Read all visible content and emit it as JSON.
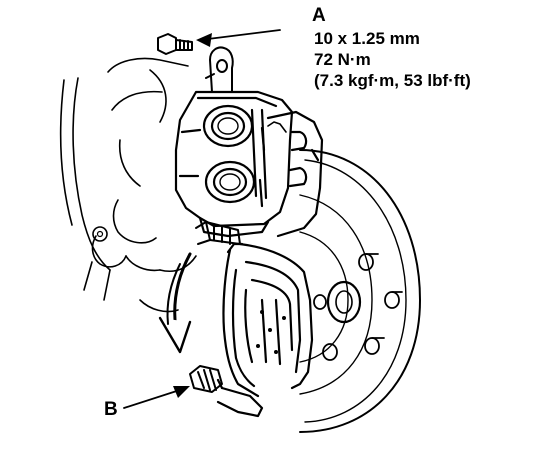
{
  "callouts": {
    "a": {
      "letter": "A",
      "size": "10 x 1.25 mm",
      "torque_nm": "72 N·m",
      "torque_alt": "(7.3 kgf·m, 53 lbf·ft)"
    },
    "b": {
      "letter": "B"
    }
  },
  "colors": {
    "ink": "#000000",
    "paper": "#ffffff"
  }
}
